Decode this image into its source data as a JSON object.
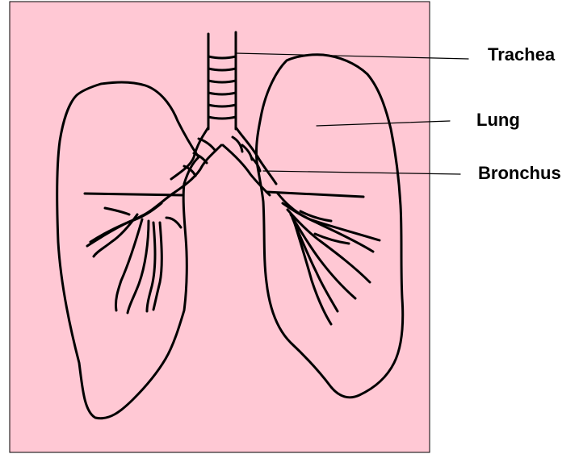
{
  "diagram": {
    "background_color": "#ffc8d4",
    "outline_color": "#000000",
    "labels": {
      "trachea": "Trachea",
      "lung": "Lung",
      "bronchus": "Bronchus"
    }
  }
}
